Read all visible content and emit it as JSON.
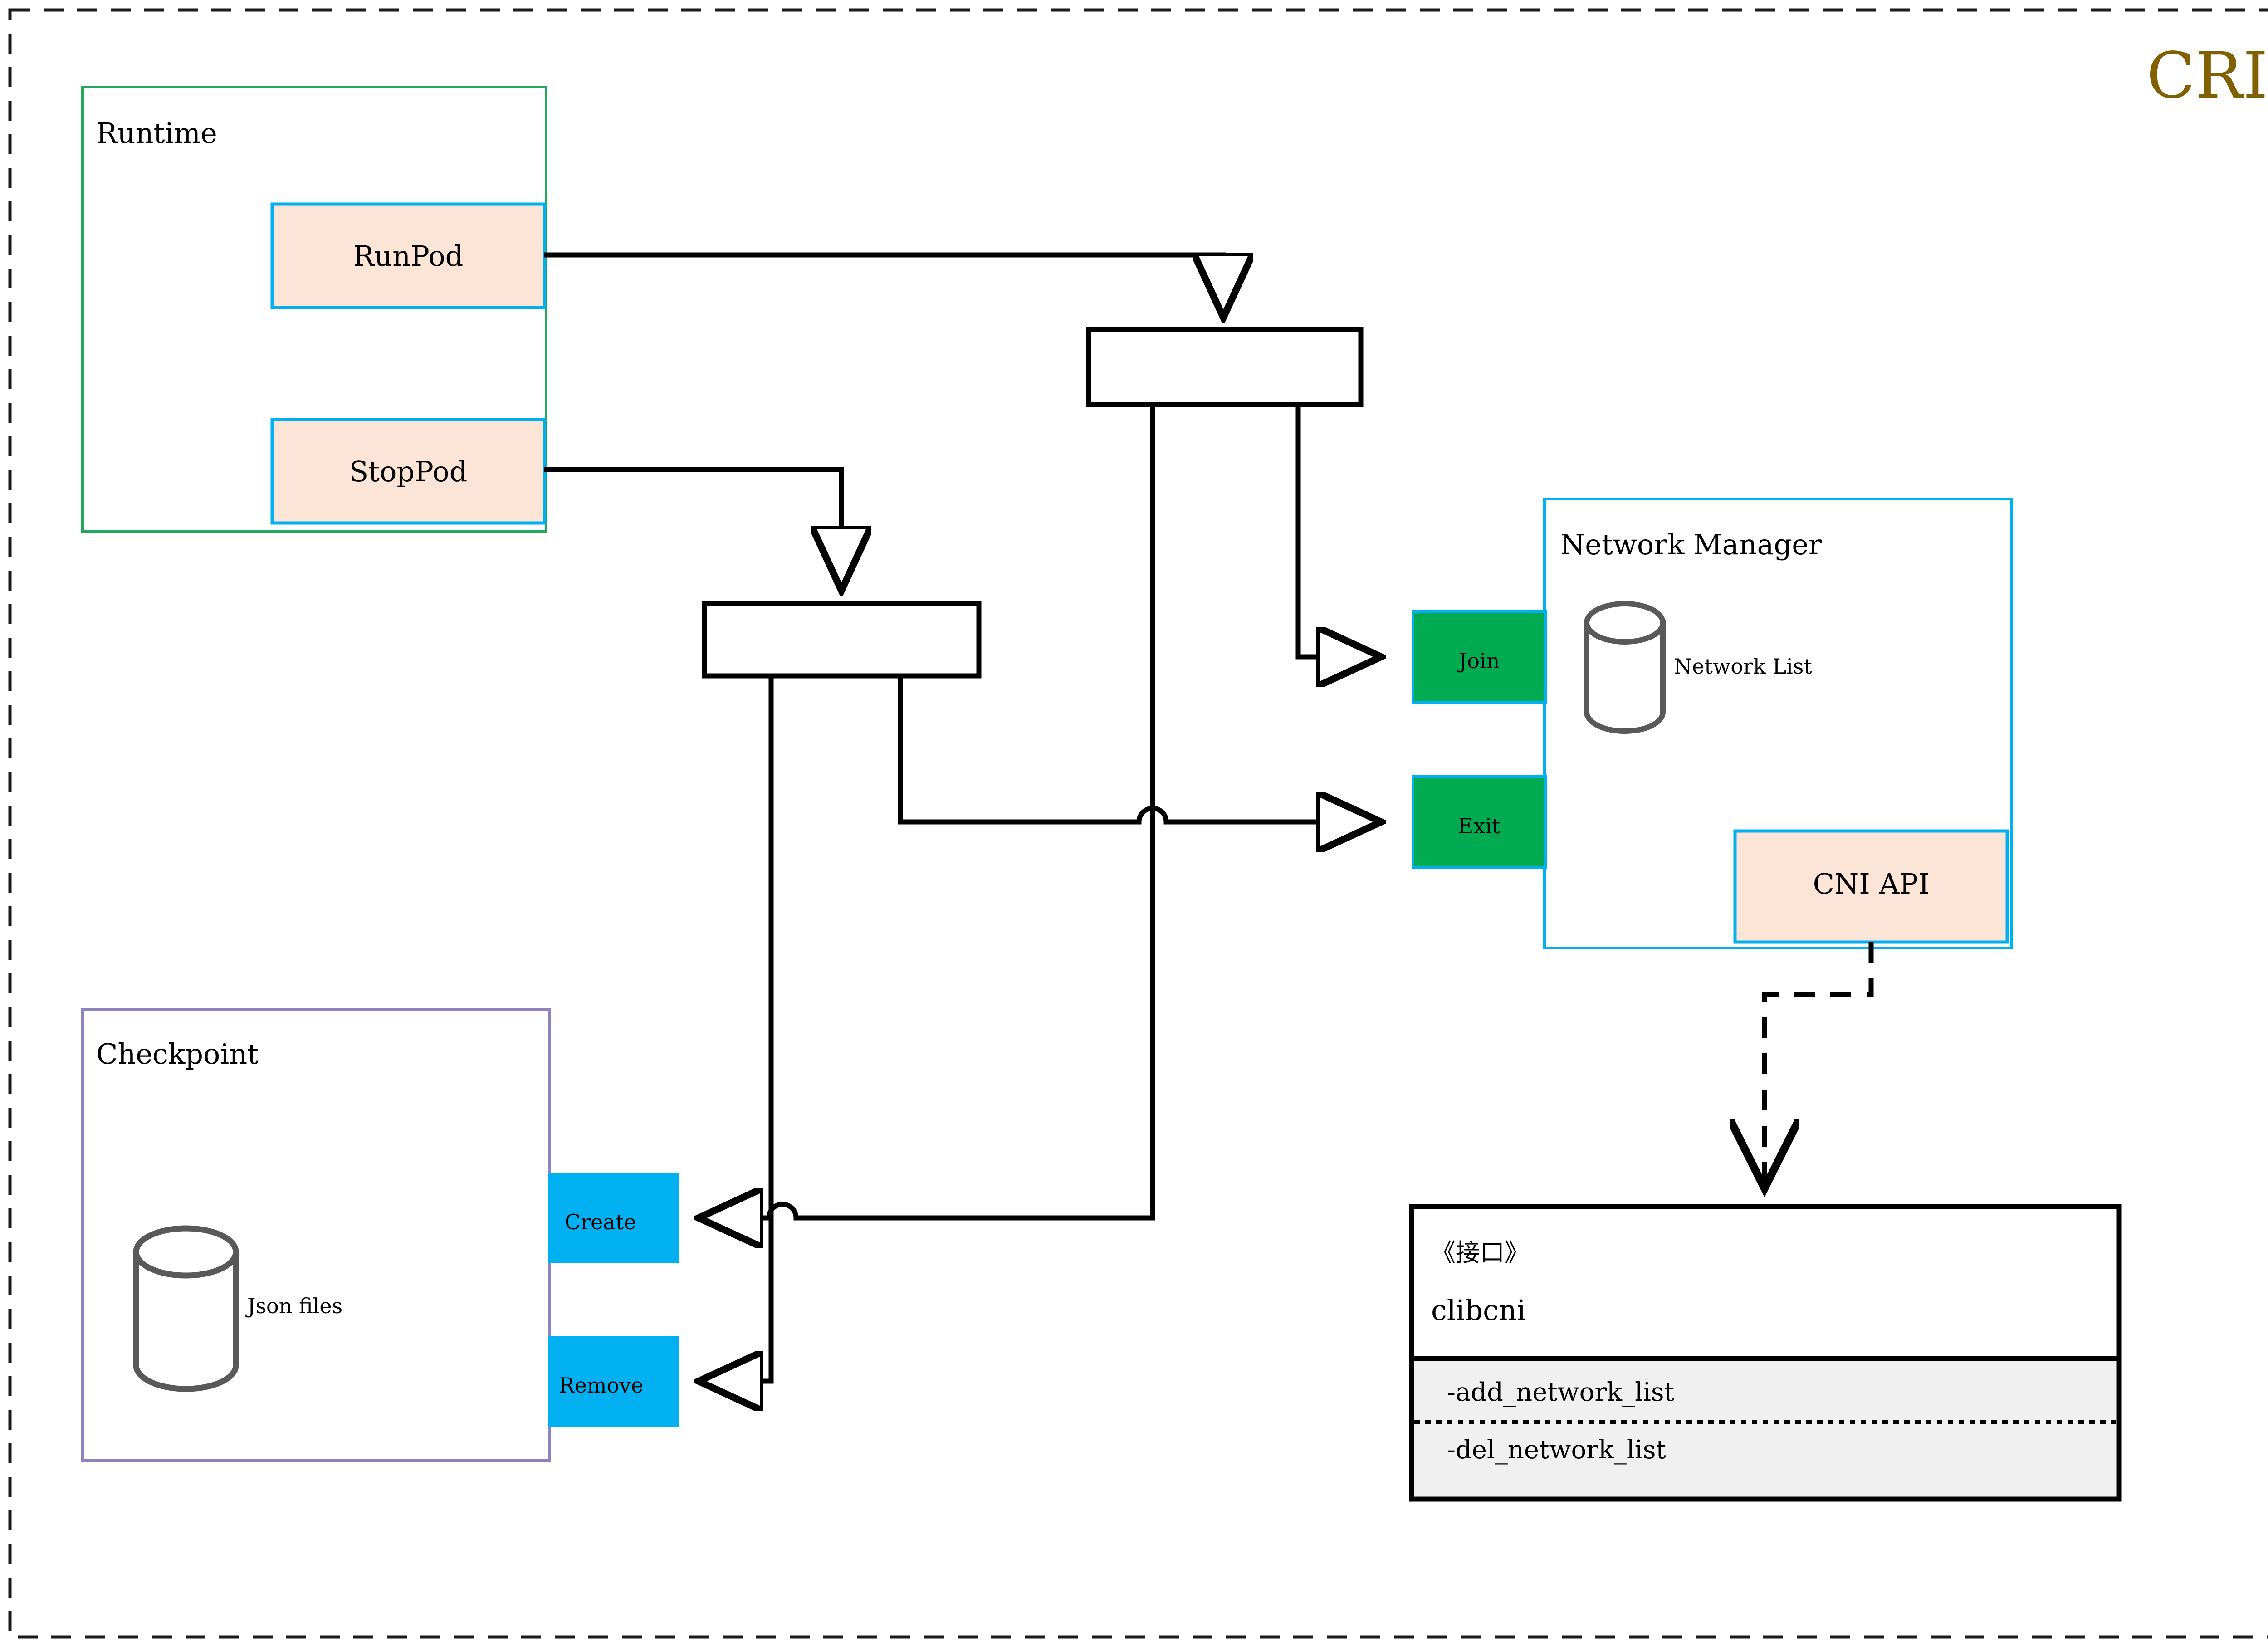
{
  "page": {
    "title": "CRI",
    "title_color": "#806000",
    "background": "#ffffff",
    "outer_border_style": "dashed",
    "outer_border_color": "#1a1a1a"
  },
  "palette": {
    "runtime_border": "#22aa5c",
    "checkpoint_border": "#8f82bd",
    "accent_blue": "#00b0f0",
    "peach_fill": "#fce4d6",
    "green_fill": "#00aa50",
    "cyan_fill": "#00b0f0",
    "cylinder_stroke": "#595959",
    "iface_compartment_fill": "#f0f0f0",
    "line_color": "#000000"
  },
  "groups": [
    {
      "id": "runtime",
      "label": "Runtime",
      "border_color": "#22aa5c"
    },
    {
      "id": "checkpoint",
      "label": "Checkpoint",
      "border_color": "#8f82bd"
    },
    {
      "id": "network_manager",
      "label": "Network Manager",
      "border_color": "#00b0f0"
    }
  ],
  "runtime": {
    "label": "Runtime",
    "operations": [
      {
        "id": "runpod",
        "label": "RunPod",
        "fill": "#fce4d6",
        "border": "#00b0f0"
      },
      {
        "id": "stoppod",
        "label": "StopPod",
        "fill": "#fce4d6",
        "border": "#00b0f0"
      }
    ]
  },
  "checkpoint": {
    "label": "Checkpoint",
    "store_label": "Json files",
    "operations": [
      {
        "id": "create",
        "label": "Create",
        "fill": "#00b0f0"
      },
      {
        "id": "remove",
        "label": "Remove",
        "fill": "#00b0f0"
      }
    ]
  },
  "network_manager": {
    "label": "Network Manager",
    "store_label": "Network List",
    "ports": [
      {
        "id": "join",
        "label": "Join",
        "fill": "#00aa50"
      },
      {
        "id": "exit",
        "label": "Exit",
        "fill": "#00aa50"
      }
    ],
    "api": {
      "id": "cni_api",
      "label": "CNI API",
      "fill": "#fce4d6",
      "border": "#00b0f0"
    }
  },
  "interface": {
    "stereotype": "《接口》",
    "name": "clibcni",
    "methods": [
      "-add_network_list",
      "-del_network_list"
    ],
    "compartment_fill": "#f0f0f0",
    "separator_style": "dotted"
  },
  "connectors": [
    {
      "id": "runpod-to-fork1",
      "from": "runpod",
      "to": "fork-top",
      "style": "solid",
      "arrow": "hollow-triangle"
    },
    {
      "id": "stoppod-to-fork2",
      "from": "stoppod",
      "to": "fork-bottom",
      "style": "solid",
      "arrow": "hollow-triangle"
    },
    {
      "id": "fork-top-to-join",
      "from": "fork-top",
      "to": "join",
      "style": "solid",
      "arrow": "hollow-triangle"
    },
    {
      "id": "fork-top-to-create",
      "from": "fork-top",
      "to": "create",
      "style": "solid",
      "arrow": "hollow-triangle"
    },
    {
      "id": "fork-bottom-to-exit",
      "from": "fork-bottom",
      "to": "exit",
      "style": "solid",
      "arrow": "hollow-triangle"
    },
    {
      "id": "fork-bottom-to-remove",
      "from": "fork-bottom",
      "to": "remove",
      "style": "solid",
      "arrow": "hollow-triangle"
    },
    {
      "id": "cni-api-to-clibcni",
      "from": "cni_api",
      "to": "clibcni",
      "style": "dashed",
      "arrow": "open-v"
    }
  ]
}
